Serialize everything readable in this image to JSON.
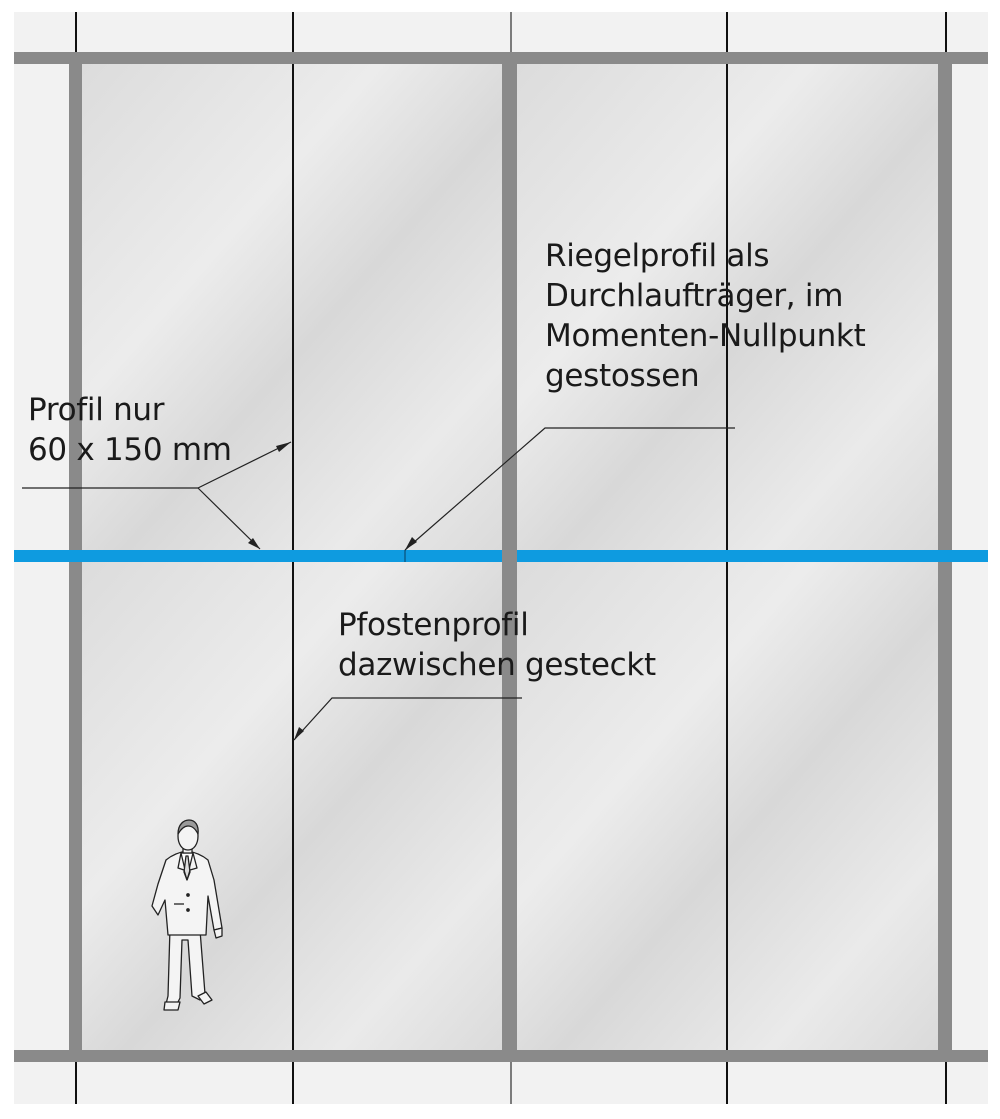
{
  "annotations": {
    "riegelprofil": [
      "Riegelprofil als",
      "Durchlaufträger, im",
      "Momenten-Nullpunkt",
      "gestossen"
    ],
    "profil_dim": [
      "Profil nur",
      "60 x 150 mm"
    ],
    "pfostenprofil": [
      "Pfostenprofil",
      "dazwischen gesteckt"
    ]
  },
  "colors": {
    "background": "#f2f2f2",
    "glass": "#e3e3e3",
    "frame": "#8a8a8a",
    "transom": "#0e9be0",
    "line": "#111111"
  },
  "icons": [
    "person-figure-icon"
  ]
}
